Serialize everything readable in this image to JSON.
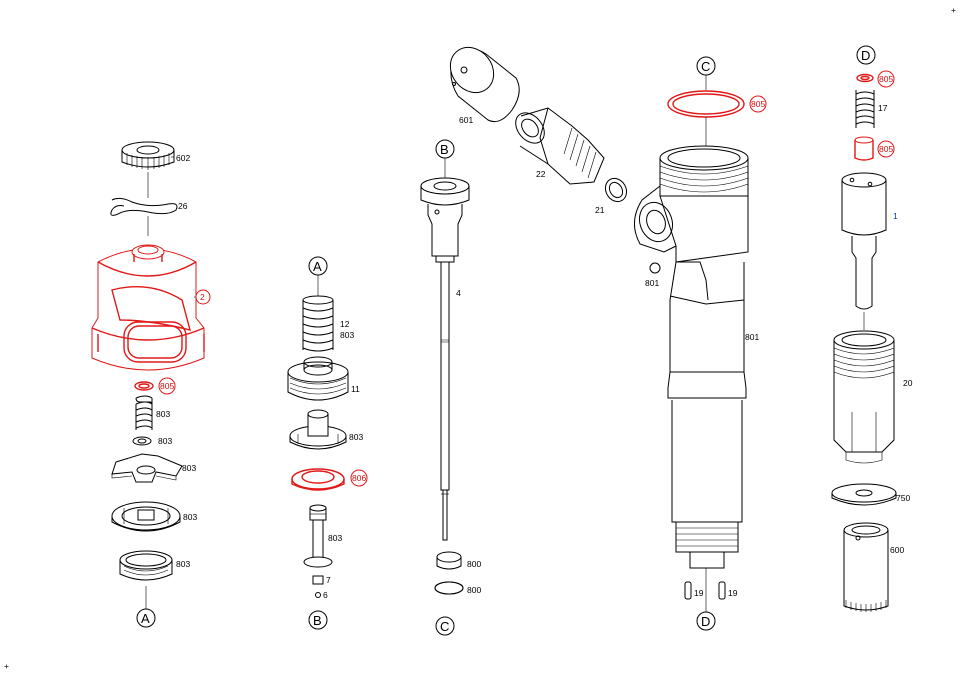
{
  "colors": {
    "highlight": "#e01818",
    "accent_blue": "#1030c0",
    "line": "#000000"
  },
  "corner_marks": [
    "+",
    "+"
  ],
  "callouts": {
    "A_top": "A",
    "A_bottom": "A",
    "B_top": "B",
    "B_bottom": "B",
    "C_top": "C",
    "C_bottom": "C",
    "D_top": "D",
    "D_bottom": "D"
  },
  "labels": {
    "l602": "602",
    "l26": "26",
    "l2": "2",
    "l805a": "805",
    "l803a": "803",
    "l803b": "803",
    "l803c": "803",
    "l803d": "803",
    "l803e": "803",
    "l12": "12",
    "l803f": "803",
    "l11": "11",
    "l803g": "803",
    "l806": "806",
    "l803h": "803",
    "l7": "7",
    "l6": "6",
    "l601": "601",
    "l22": "22",
    "l21": "21",
    "l4": "4",
    "l800a": "800",
    "l800b": "800",
    "l805b": "805",
    "l801a": "801",
    "l801b": "801",
    "l19a": "19",
    "l19b": "19",
    "l805c": "805",
    "l17": "17",
    "l805d": "805",
    "l1": "1",
    "l20": "20",
    "l750": "750",
    "l600": "600"
  }
}
